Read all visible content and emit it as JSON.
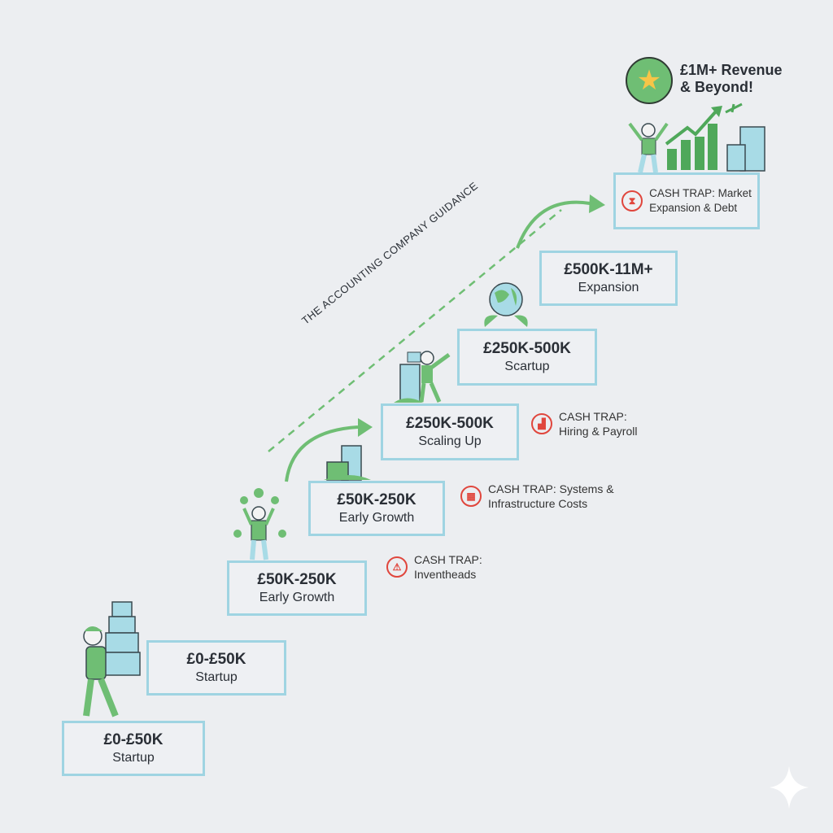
{
  "goal": {
    "title_line1": "£1M+ Revenue",
    "title_line2": "& Beyond!",
    "icon": "star-icon"
  },
  "guide_label": "THE ACCOUNTING COMPANY GUIDANCE",
  "steps": [
    {
      "amount": "£0-£50K",
      "label": "Startup"
    },
    {
      "amount": "£0-£50K",
      "label": "Startup"
    },
    {
      "amount": "£50K-250K",
      "label": "Early Growth"
    },
    {
      "amount": "£50K-250K",
      "label": "Early Growth"
    },
    {
      "amount": "£250K-500K",
      "label": "Scaling Up"
    },
    {
      "amount": "£250K-500K",
      "label": "Scartup"
    },
    {
      "amount": "£500K-11M+",
      "label": "Expansion"
    }
  ],
  "cash_traps": [
    {
      "line1": "CASH TRAP:",
      "line2": "Inventheads",
      "icon": "warning-icon"
    },
    {
      "line1": "CASH TRAP: Systems &",
      "line2": "Infrastructure Costs",
      "icon": "building-icon"
    },
    {
      "line1": "CASH TRAP:",
      "line2": "Hiring & Payroll",
      "icon": "chart-icon"
    },
    {
      "line1": "CASH TRAP: Market",
      "line2": "Expansion & Debt",
      "icon": "hourglass-icon"
    }
  ],
  "colors": {
    "accent_green": "#6fbe74",
    "step_border": "#9fd4e2",
    "trap_red": "#e0463d",
    "background": "#eceef1"
  }
}
